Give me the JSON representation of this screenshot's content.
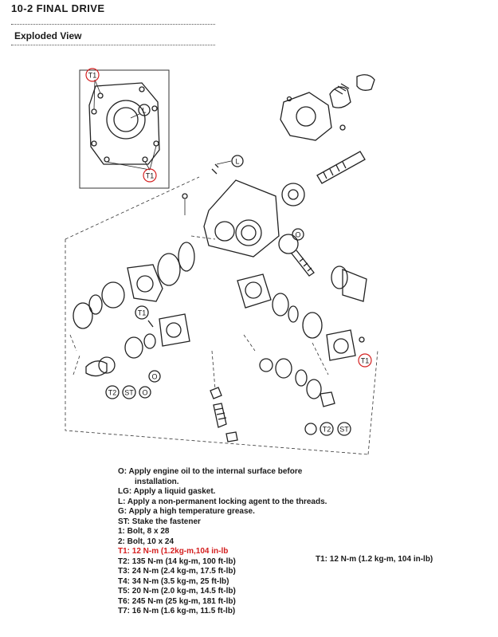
{
  "header": {
    "title": "10-2  FINAL DRIVE",
    "section": "Exploded View"
  },
  "callouts": {
    "t1_a": "T1",
    "t1_b": "T1",
    "t1_c": "T1",
    "t1_d": "T1",
    "l_a": "L",
    "l_b": "L",
    "o_a": "O",
    "o_b": "O",
    "o_c": "O",
    "t2_a": "T2",
    "t2_b": "T2",
    "st_a": "ST",
    "st_b": "ST"
  },
  "legend": {
    "o_line1": "O:  Apply engine oil to the internal surface before",
    "o_line2": "installation.",
    "lg": "LG: Apply a liquid gasket.",
    "l": "L:   Apply a non-permanent locking agent to the threads.",
    "g": "G:   Apply a high temperature grease.",
    "st": "ST:  Stake the fastener",
    "b1": "1:   Bolt, 8 x 28",
    "b2": "2:   Bolt, 10 x 24",
    "t1": "T1:  12 N-m (1.2kg-m,104 in-lb",
    "t2": "T2:  135 N-m (14 kg-m, 100 ft-lb)",
    "t3": "T3:  24 N-m (2.4 kg-m, 17.5 ft-lb)",
    "t4": "T4:  34 N-m (3.5 kg-m, 25 ft-lb)",
    "t5": "T5:  20 N-m (2.0 kg-m, 14.5 ft-lb)",
    "t6": "T6:  245 N-m (25 kg-m, 181 ft-lb)",
    "t7": "T7:  16 N-m (1.6 kg-m, 11.5 ft-lb)"
  },
  "side_note": "T1: 12 N-m (1.2 kg-m, 104 in-lb)",
  "colors": {
    "highlight": "#d42020",
    "ink": "#1a1a1a"
  }
}
